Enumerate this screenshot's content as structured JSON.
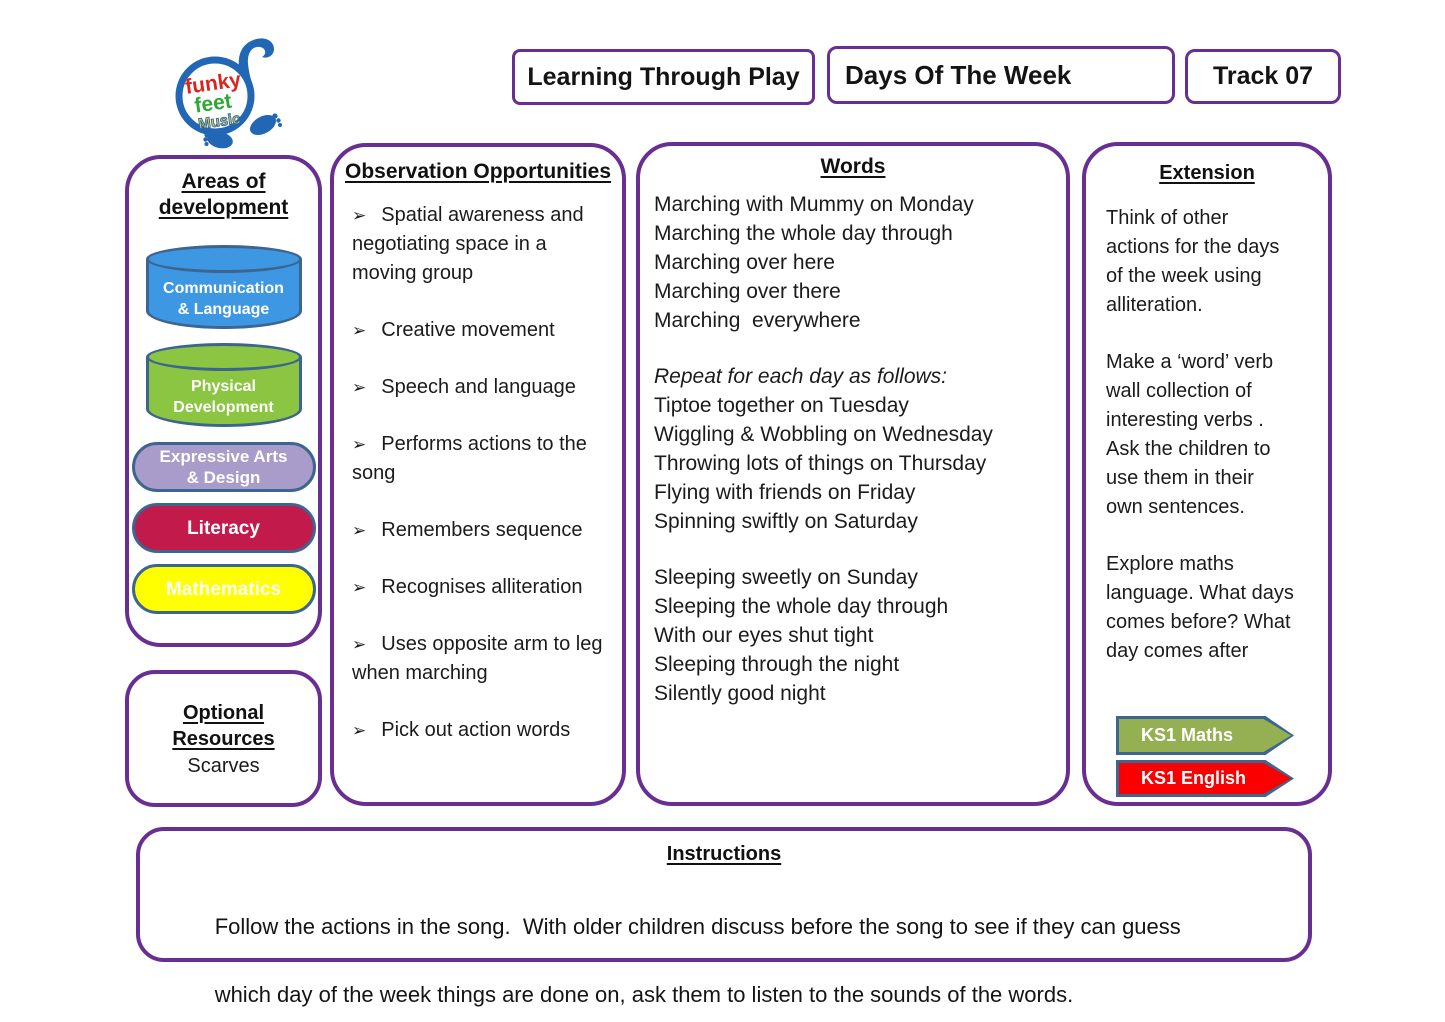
{
  "accent_color": "#682E92",
  "slate_color": "#3C6590",
  "logo": {
    "word1": "funky",
    "word2": "feet",
    "word3": "Music"
  },
  "header": {
    "series": "Learning Through Play",
    "song": "Days Of The Week",
    "track": "Track 07"
  },
  "areas": {
    "title": "Areas of development",
    "items": [
      {
        "label": "Communication & Language",
        "shape": "cylinder",
        "color": "#3E97E3"
      },
      {
        "label": "Physical Development",
        "shape": "cylinder",
        "color": "#8BC541"
      },
      {
        "label": "Expressive Arts & Design",
        "shape": "pill",
        "color": "#A99CCB"
      },
      {
        "label": "Literacy",
        "shape": "pill",
        "color": "#C11A4B"
      },
      {
        "label": "Mathematics",
        "shape": "pill",
        "color": "#FFFF00"
      }
    ]
  },
  "optional": {
    "title": "Optional Resources",
    "value": "Scarves"
  },
  "observation": {
    "title": "Observation Opportunities",
    "bullet": "➢",
    "items": [
      "Spatial awareness and negotiating space in a moving group",
      "Creative movement",
      "Speech and language",
      "Performs actions to the song",
      "Remembers sequence",
      "Recognises alliteration",
      "Uses opposite arm to leg when marching",
      "Pick out action words"
    ]
  },
  "words": {
    "title": "Words",
    "stanza1": [
      "Marching with Mummy on Monday",
      "Marching the whole day through",
      "Marching over here",
      "Marching over there",
      "Marching  everywhere"
    ],
    "repeat_note": "Repeat for each day as follows:",
    "stanza2": [
      "Tiptoe together on Tuesday",
      "Wiggling & Wobbling on Wednesday",
      "Throwing lots of things on Thursday",
      "Flying with friends on Friday",
      "Spinning swiftly on Saturday"
    ],
    "stanza3": [
      "Sleeping sweetly on Sunday",
      "Sleeping the whole day through",
      "With our eyes shut tight",
      "Sleeping through the night",
      "Silently good night"
    ]
  },
  "extension": {
    "title": "Extension",
    "paragraphs": [
      "Think of other actions for the days of the week using alliteration.",
      "Make a ‘word’ verb wall collection of interesting verbs . Ask the children to use them in their own sentences.",
      "Explore maths language. What days comes before? What day comes after"
    ],
    "badges": [
      {
        "label": "KS1 Maths",
        "color": "#95AF53"
      },
      {
        "label": "KS1 English",
        "color": "#FB0000"
      }
    ]
  },
  "instructions": {
    "title": "Instructions",
    "lines": [
      "Follow the actions in the song.  With older children discuss before the song to see if they can guess",
      "which day of the week things are done on, ask them to listen to the sounds of the words."
    ]
  }
}
